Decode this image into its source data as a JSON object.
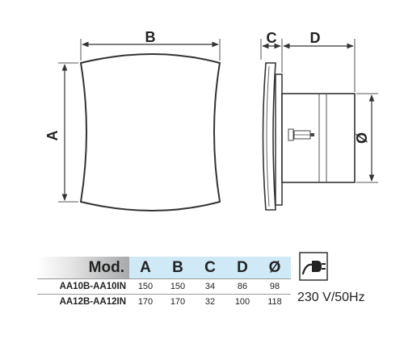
{
  "dimension_labels": {
    "a": "A",
    "b": "B",
    "c": "C",
    "d": "D",
    "diameter": "Ø"
  },
  "table": {
    "header_model": "Mod.",
    "columns": [
      "A",
      "B",
      "C",
      "D",
      "Ø"
    ],
    "rows": [
      {
        "model": "AA10B-AA10IN",
        "values": [
          "150",
          "150",
          "34",
          "86",
          "98"
        ]
      },
      {
        "model": "AA12B-AA12IN",
        "values": [
          "170",
          "170",
          "32",
          "100",
          "118"
        ]
      }
    ]
  },
  "power": {
    "icon": "power-plug-icon",
    "voltage": "230 V/50Hz"
  },
  "colors": {
    "table_header_blue": "#cfe9f7",
    "table_header_gray": "#a7a9ab"
  }
}
